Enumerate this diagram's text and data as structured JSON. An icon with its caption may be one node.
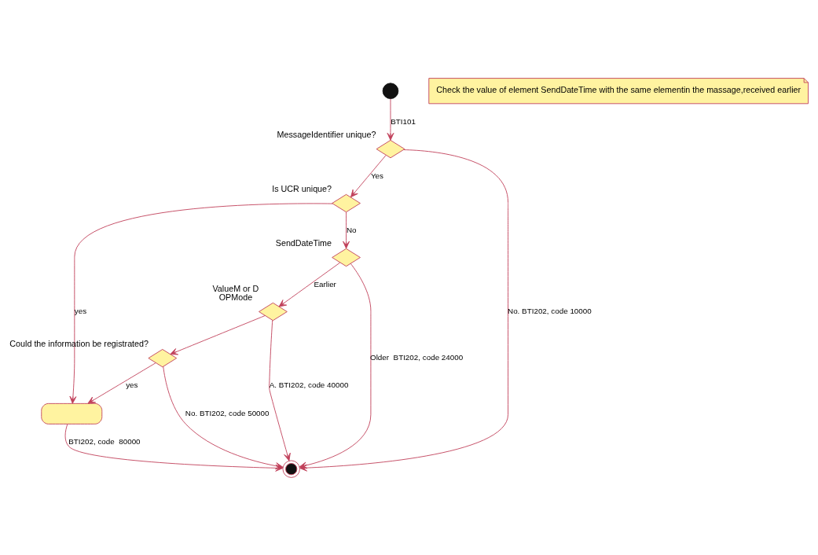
{
  "diagram": {
    "nodes": [
      {
        "text": [],
        "shape": "circle"
      },
      {
        "text": [],
        "shape": "diamond",
        "beside": [
          "MessageIdentifier unique?"
        ]
      },
      {
        "text": [],
        "shape": "diamond",
        "beside": [
          "Is UCR unique?"
        ]
      },
      {
        "text": [],
        "shape": "diamond",
        "beside": [
          "SendDateTime"
        ]
      },
      {
        "text": [],
        "shape": "diamond",
        "beside": [
          "ValueM or D",
          "OPMode"
        ]
      },
      {
        "text": [],
        "shape": "box"
      },
      {
        "text": [],
        "shape": "diamond",
        "beside": [
          "Could the information be registrated?"
        ]
      },
      {
        "text": [],
        "shape": "circle"
      },
      {
        "text": [
          "Check the value of element SendDateTime with the same elementin the massage,received earlier"
        ]
      }
    ],
    "edges": [
      {
        "from": 0,
        "to": 1,
        "arrow": "to",
        "label": "BTI101"
      },
      {
        "from": 1,
        "to": 7,
        "arrow": "to",
        "label": "No. BTI202, code 10000"
      },
      {
        "from": 1,
        "to": 2,
        "arrow": "to",
        "label": "Yes"
      },
      {
        "from": 2,
        "to": 5,
        "arrow": "to",
        "label": "yes"
      },
      {
        "from": 2,
        "to": 3,
        "arrow": "to",
        "label": "No"
      },
      {
        "from": 3,
        "to": 7,
        "arrow": "to",
        "label": "Older  BTI202, code 24000"
      },
      {
        "from": 3,
        "to": 4,
        "arrow": "to",
        "label": "Earlier"
      },
      {
        "from": 4,
        "to": 7,
        "arrow": "to",
        "label": "A. BTI202, code 40000"
      },
      {
        "from": 4,
        "to": 6,
        "arrow": "to"
      },
      {
        "from": 6,
        "to": 5,
        "arrow": "to",
        "label": "yes"
      },
      {
        "from": 5,
        "to": 7,
        "arrow": "to",
        "label": "BTI202, code  80000"
      },
      {
        "from": 6,
        "to": 7,
        "arrow": "to",
        "label": "No. BTI202, code 50000"
      }
    ]
  }
}
